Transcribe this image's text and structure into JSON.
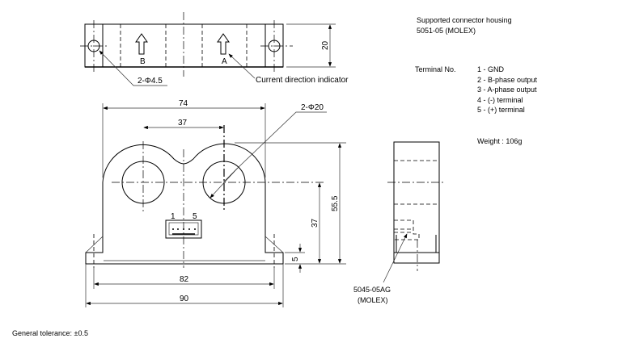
{
  "top_view": {
    "label_b": "B",
    "label_a": "A",
    "dim_height": "20",
    "hole_callout": "2-Φ4.5",
    "direction_callout": "Current direction indicator"
  },
  "front_view": {
    "dim_74": "74",
    "dim_37_top": "37",
    "hole_callout": "2-Φ20",
    "dim_55_5": "55.5",
    "dim_37_side": "37",
    "dim_5": "5",
    "dim_82": "82",
    "dim_90": "90",
    "pin_1": "1",
    "pin_5": "5"
  },
  "side_view": {
    "connector_part": "5045-05AG",
    "connector_maker": "(MOLEX)"
  },
  "notes": {
    "housing_title": "Supported connector housing",
    "housing_part": "5051-05  (MOLEX)",
    "terminal_label": "Terminal No.",
    "terminals": [
      "1  -  GND",
      "2  -  B-phase output",
      "3  -  A-phase output",
      "4  -  (-) terminal",
      "5  -  (+) terminal"
    ],
    "weight": "Weight :  106g",
    "tolerance": "General tolerance: ±0.5"
  }
}
